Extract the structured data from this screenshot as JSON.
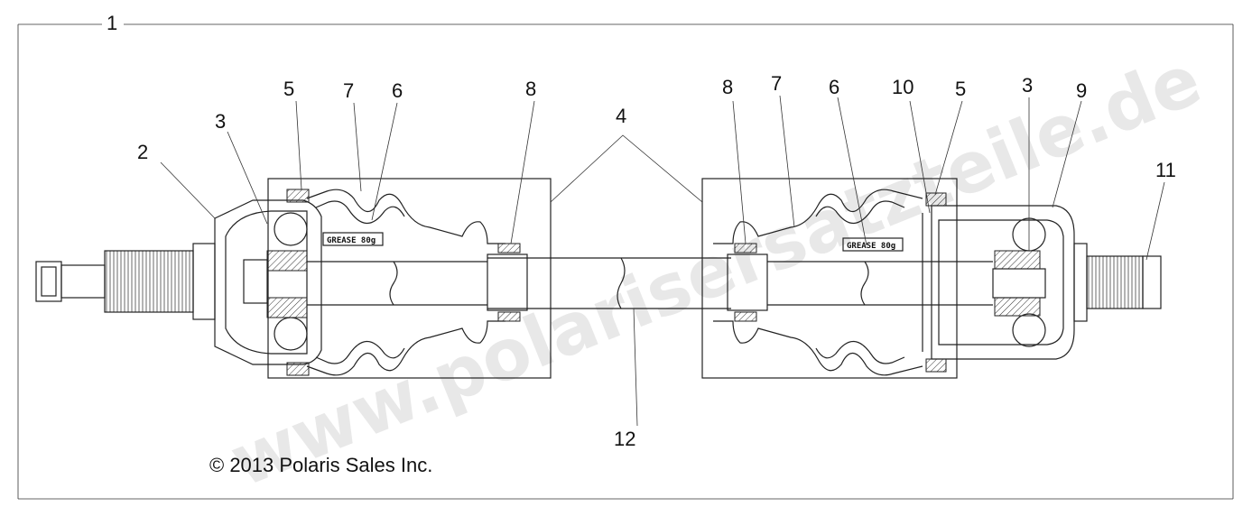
{
  "callouts": {
    "c1": "1",
    "c2": "2",
    "c3_left": "3",
    "c5_left": "5",
    "c7_left": "7",
    "c6_left": "6",
    "c8_left": "8",
    "c4": "4",
    "c8_right": "8",
    "c7_right": "7",
    "c6_right": "6",
    "c10": "10",
    "c5_right": "5",
    "c3_right": "3",
    "c9": "9",
    "c11": "11",
    "c12": "12"
  },
  "boot_labels": {
    "left": "GREASE 80g",
    "right": "GREASE 80g"
  },
  "copyright": "© 2013 Polaris Sales Inc.",
  "watermark": "www.polarisersatzteile.de"
}
